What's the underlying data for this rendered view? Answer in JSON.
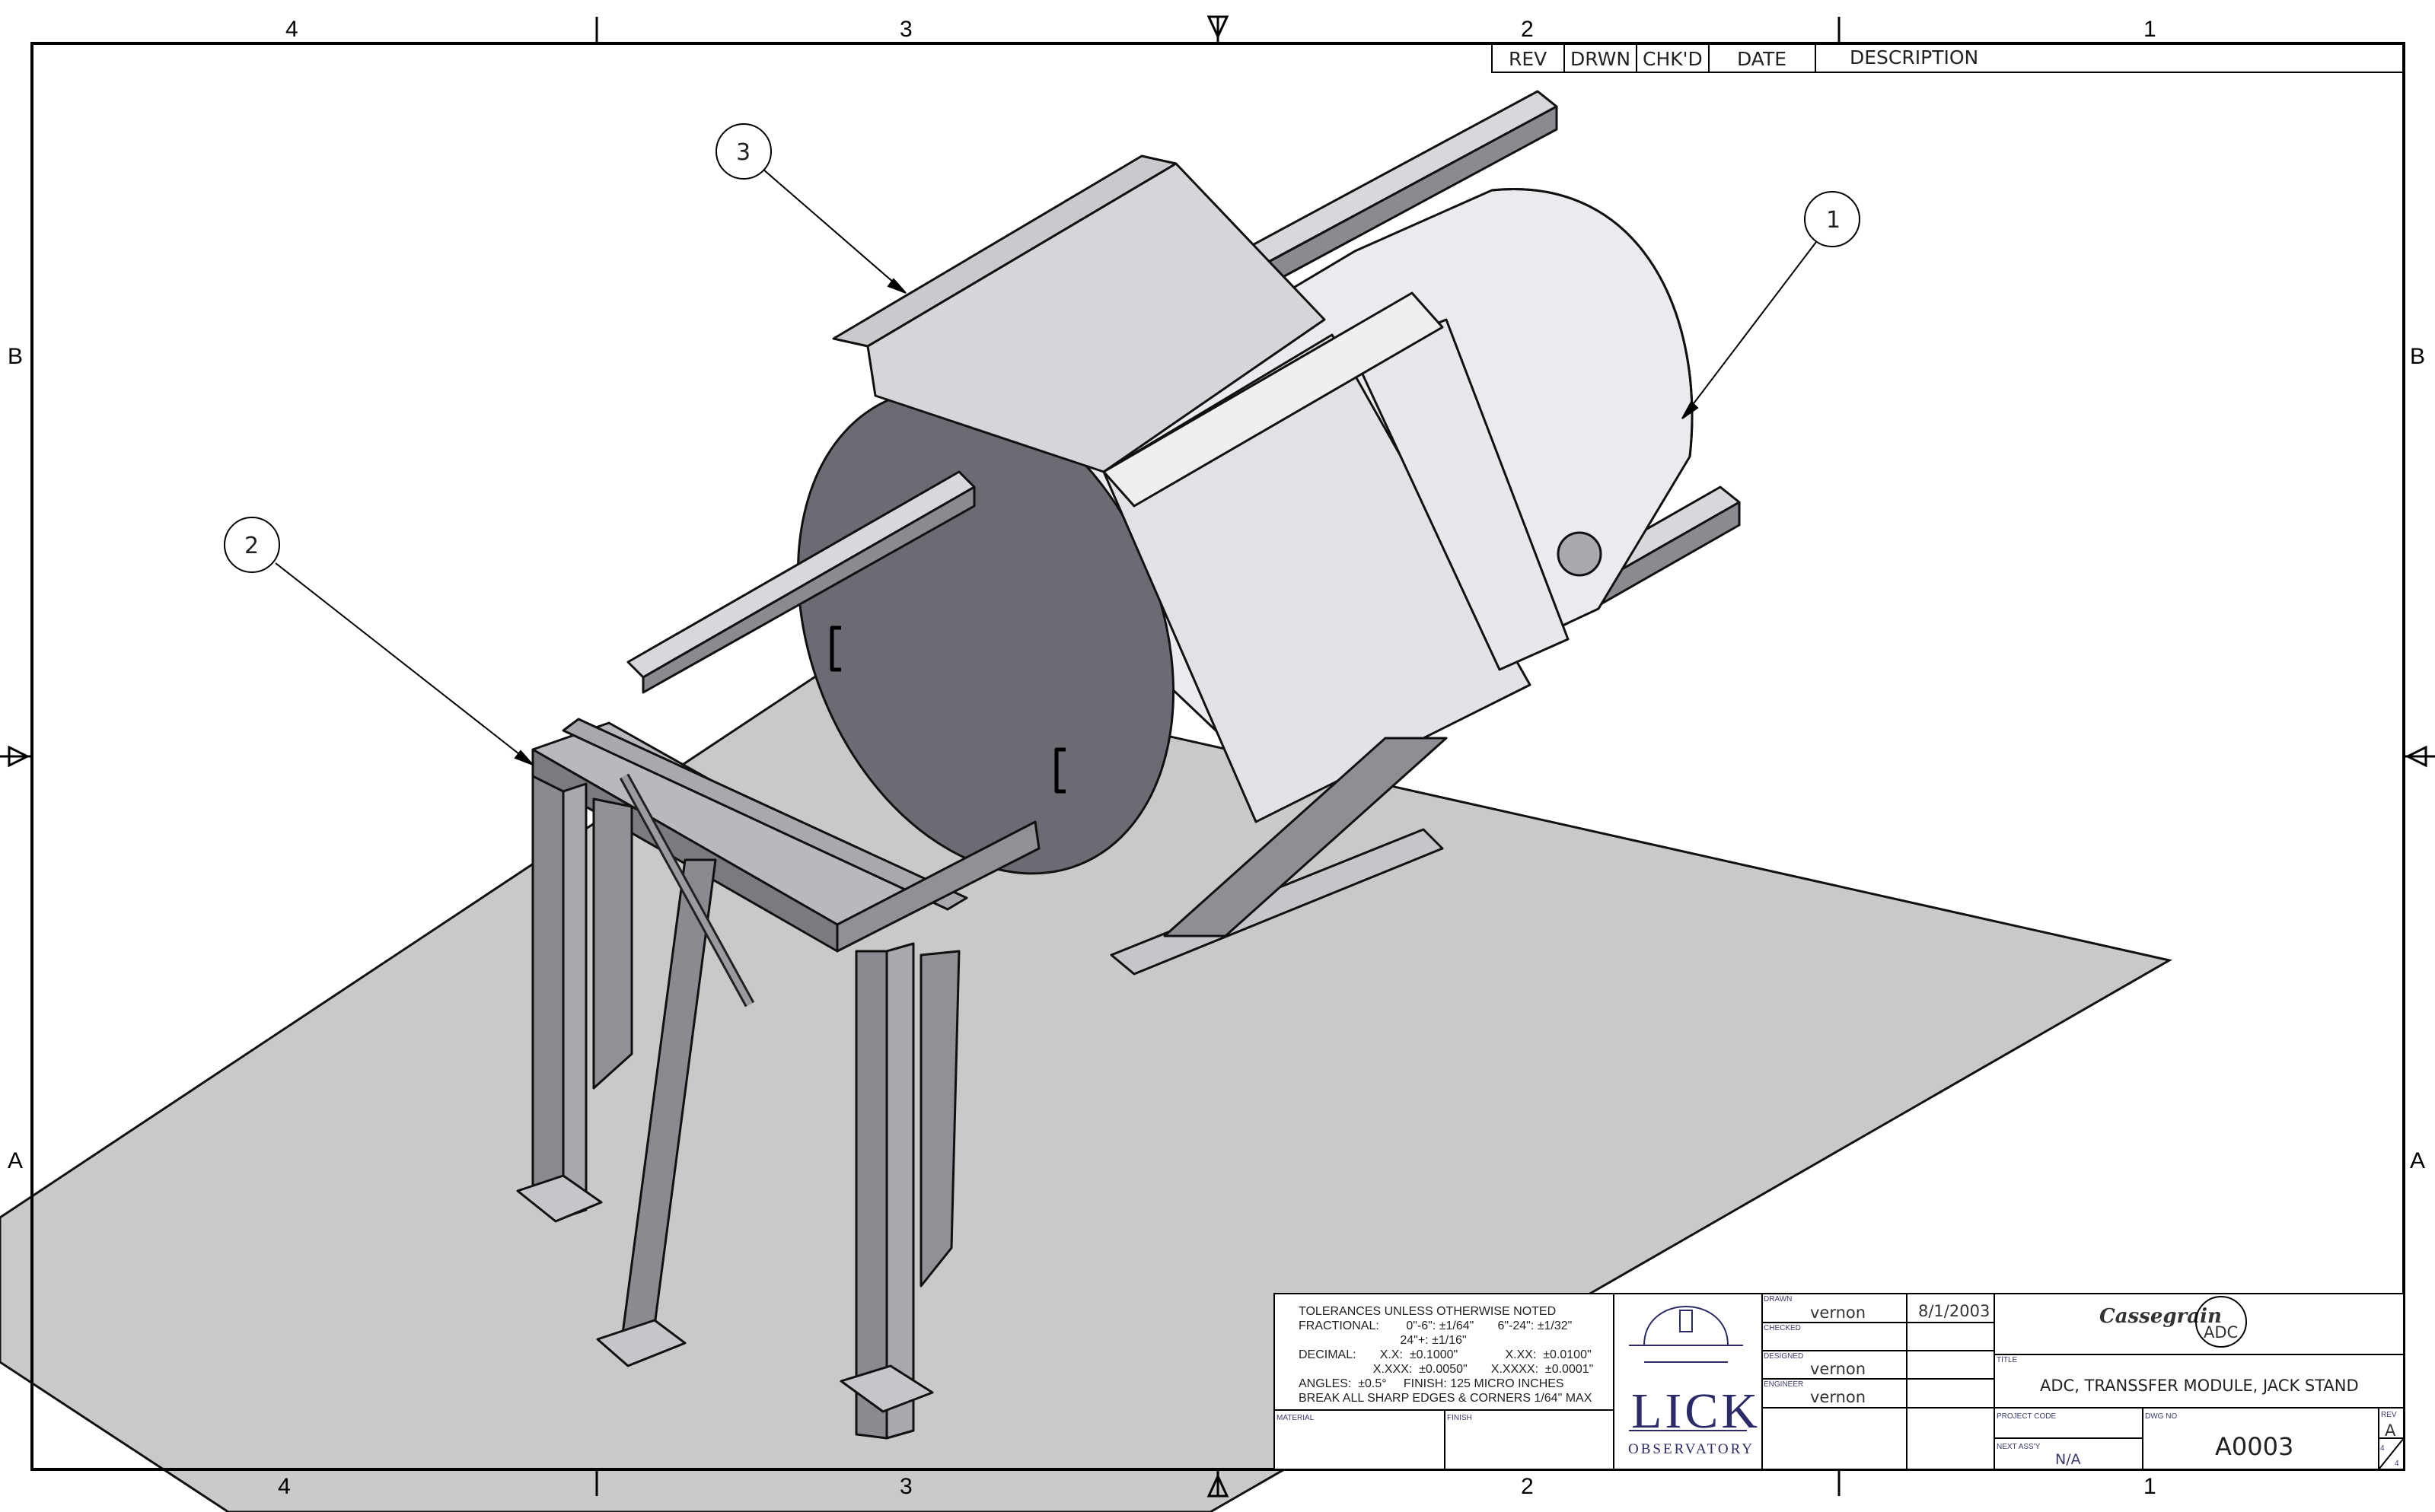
{
  "zones": {
    "columns": [
      "4",
      "3",
      "2",
      "1"
    ],
    "rows": [
      "B",
      "A"
    ]
  },
  "revision_table": {
    "headers": [
      "REV",
      "DRWN",
      "CHK'D",
      "DATE",
      "DESCRIPTION"
    ]
  },
  "balloons": [
    {
      "number": "1"
    },
    {
      "number": "2"
    },
    {
      "number": "3"
    }
  ],
  "title_block": {
    "tolerances": [
      "TOLERANCES UNLESS OTHERWISE NOTED",
      "FRACTIONAL:        0\"-6\": ±1/64\"       6\"-24\": ±1/32\"",
      "                              24\"+: ±1/16\"",
      "DECIMAL:       X.X:  ±0.1000\"              X.XX:  ±0.0100\"",
      "                      X.XXX:  ±0.0050\"       X.XXXX:  ±0.0001\"",
      "ANGLES:  ±0.5°     FINISH: 125 MICRO INCHES",
      "BREAK ALL SHARP EDGES & CORNERS 1/64\" MAX"
    ],
    "material_label": "MATERIAL",
    "finish_label": "FINISH",
    "logo_text": "LICK",
    "logo_subtext": "OBSERVATORY",
    "drawn_label": "DRAWN",
    "drawn_by": "vernon",
    "drawn_date": "8/1/2003",
    "checked_label": "CHECKED",
    "designed_label": "DESIGNED",
    "designed_by": "vernon",
    "engineer_label": "ENGINEER",
    "engineer": "vernon",
    "project_name": "Cassegrain",
    "project_badge": "ADC",
    "title_label": "TITLE",
    "title": "ADC, TRANSSFER MODULE, JACK STAND",
    "project_code_label": "PROJECT CODE",
    "dwg_no_label": "DWG NO",
    "rev_label": "REV",
    "rev_value": "A",
    "next_assy_label": "NEXT ASS'Y",
    "next_assy": "N/A",
    "drawing_number": "A0003",
    "sheet": [
      "4",
      "4"
    ]
  },
  "colors": {
    "paper": "#ffffff",
    "ground": "#c9c9c9",
    "frame_line": "#000000",
    "dark_face": "#6c6a72",
    "light_face": "#e6e6ea",
    "steel_mid": "#a0a0a6",
    "steel_dark": "#6e6e74",
    "logo_blue": "#2b2b6a"
  }
}
